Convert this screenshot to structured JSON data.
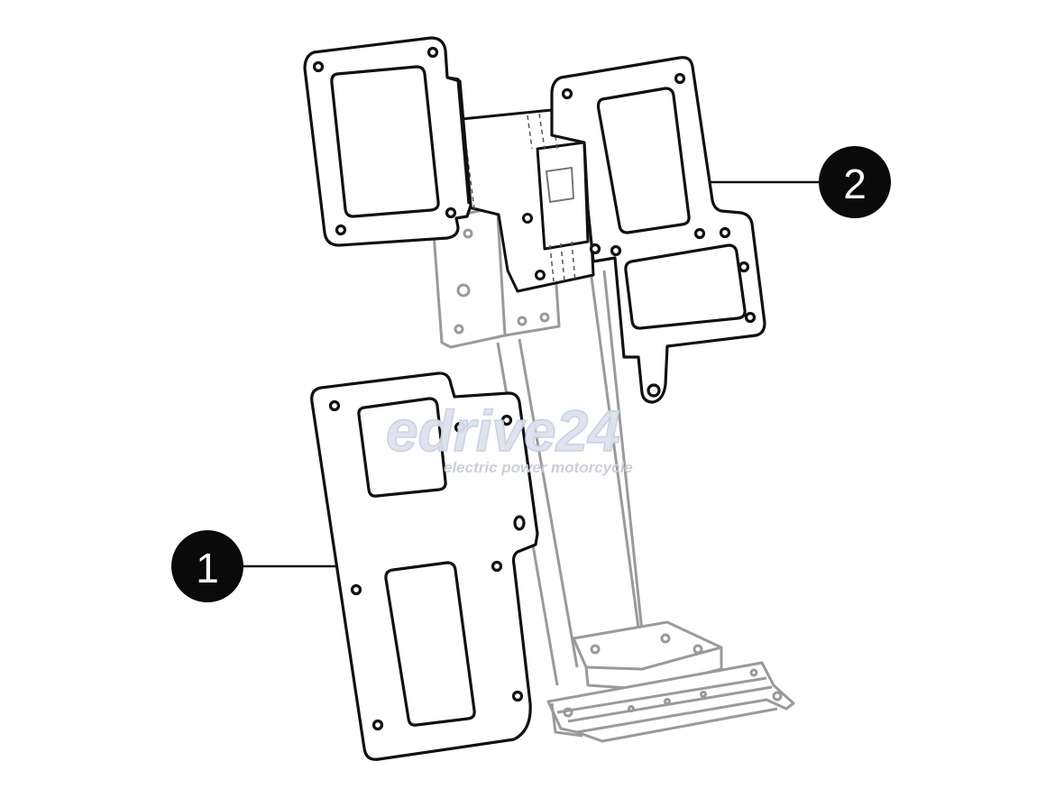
{
  "callouts": [
    {
      "id": "1",
      "label": "1"
    },
    {
      "id": "2",
      "label": "2"
    }
  ],
  "watermark": {
    "brand": "edrive24",
    "tagline": "electric power motorcycle"
  },
  "colors": {
    "line": "#111111",
    "ghost": "#9a9a9a",
    "callout_fill": "#0a0a0a",
    "watermark": "#c8cfdf"
  }
}
